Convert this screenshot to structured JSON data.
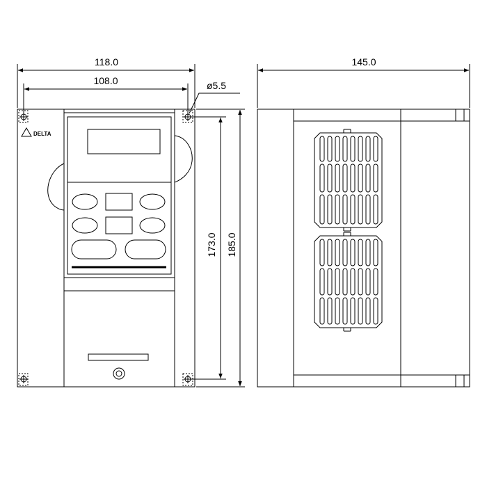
{
  "brand": {
    "logo_text": "DELTA"
  },
  "dimensions": {
    "front_width_overall": "118.0",
    "front_width_holes": "108.0",
    "hole_diameter": "ø5.5",
    "height_holes": "173.0",
    "height_overall": "185.0",
    "side_depth": "145.0"
  },
  "colors": {
    "line": "#000000",
    "background": "#ffffff"
  }
}
